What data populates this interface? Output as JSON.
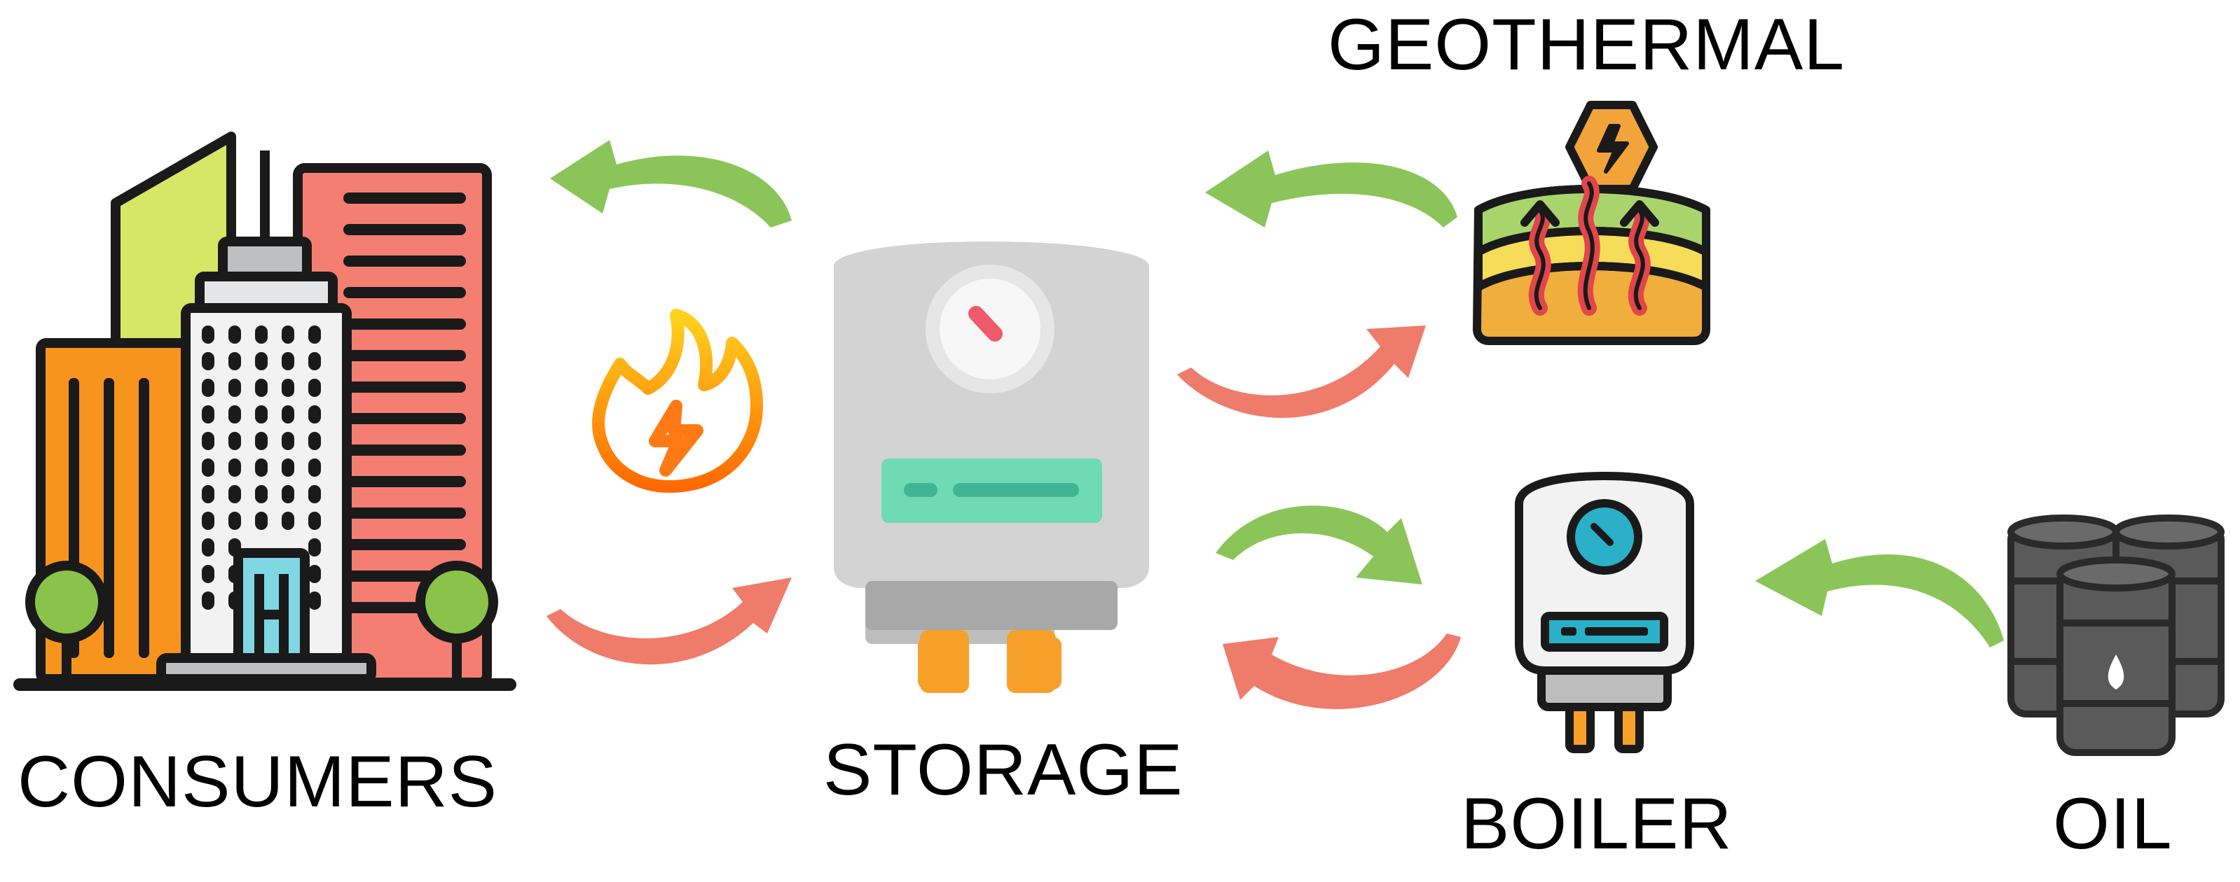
{
  "labels": {
    "geothermal": "GEOTHERMAL",
    "consumers": "CONSUMERS",
    "storage": "STORAGE",
    "boiler": "BOILER",
    "oil": "OIL"
  },
  "icons": {
    "consumers": "city-buildings-icon",
    "fire": "fire-energy-icon",
    "storage": "storage-tank-icon",
    "geothermal": "geothermal-icon",
    "boiler": "boiler-icon",
    "oil": "oil-barrels-icon"
  },
  "colors": {
    "arrow_green": "#8BC559",
    "arrow_red": "#EF7B6A",
    "outline": "#1A1A1A"
  }
}
